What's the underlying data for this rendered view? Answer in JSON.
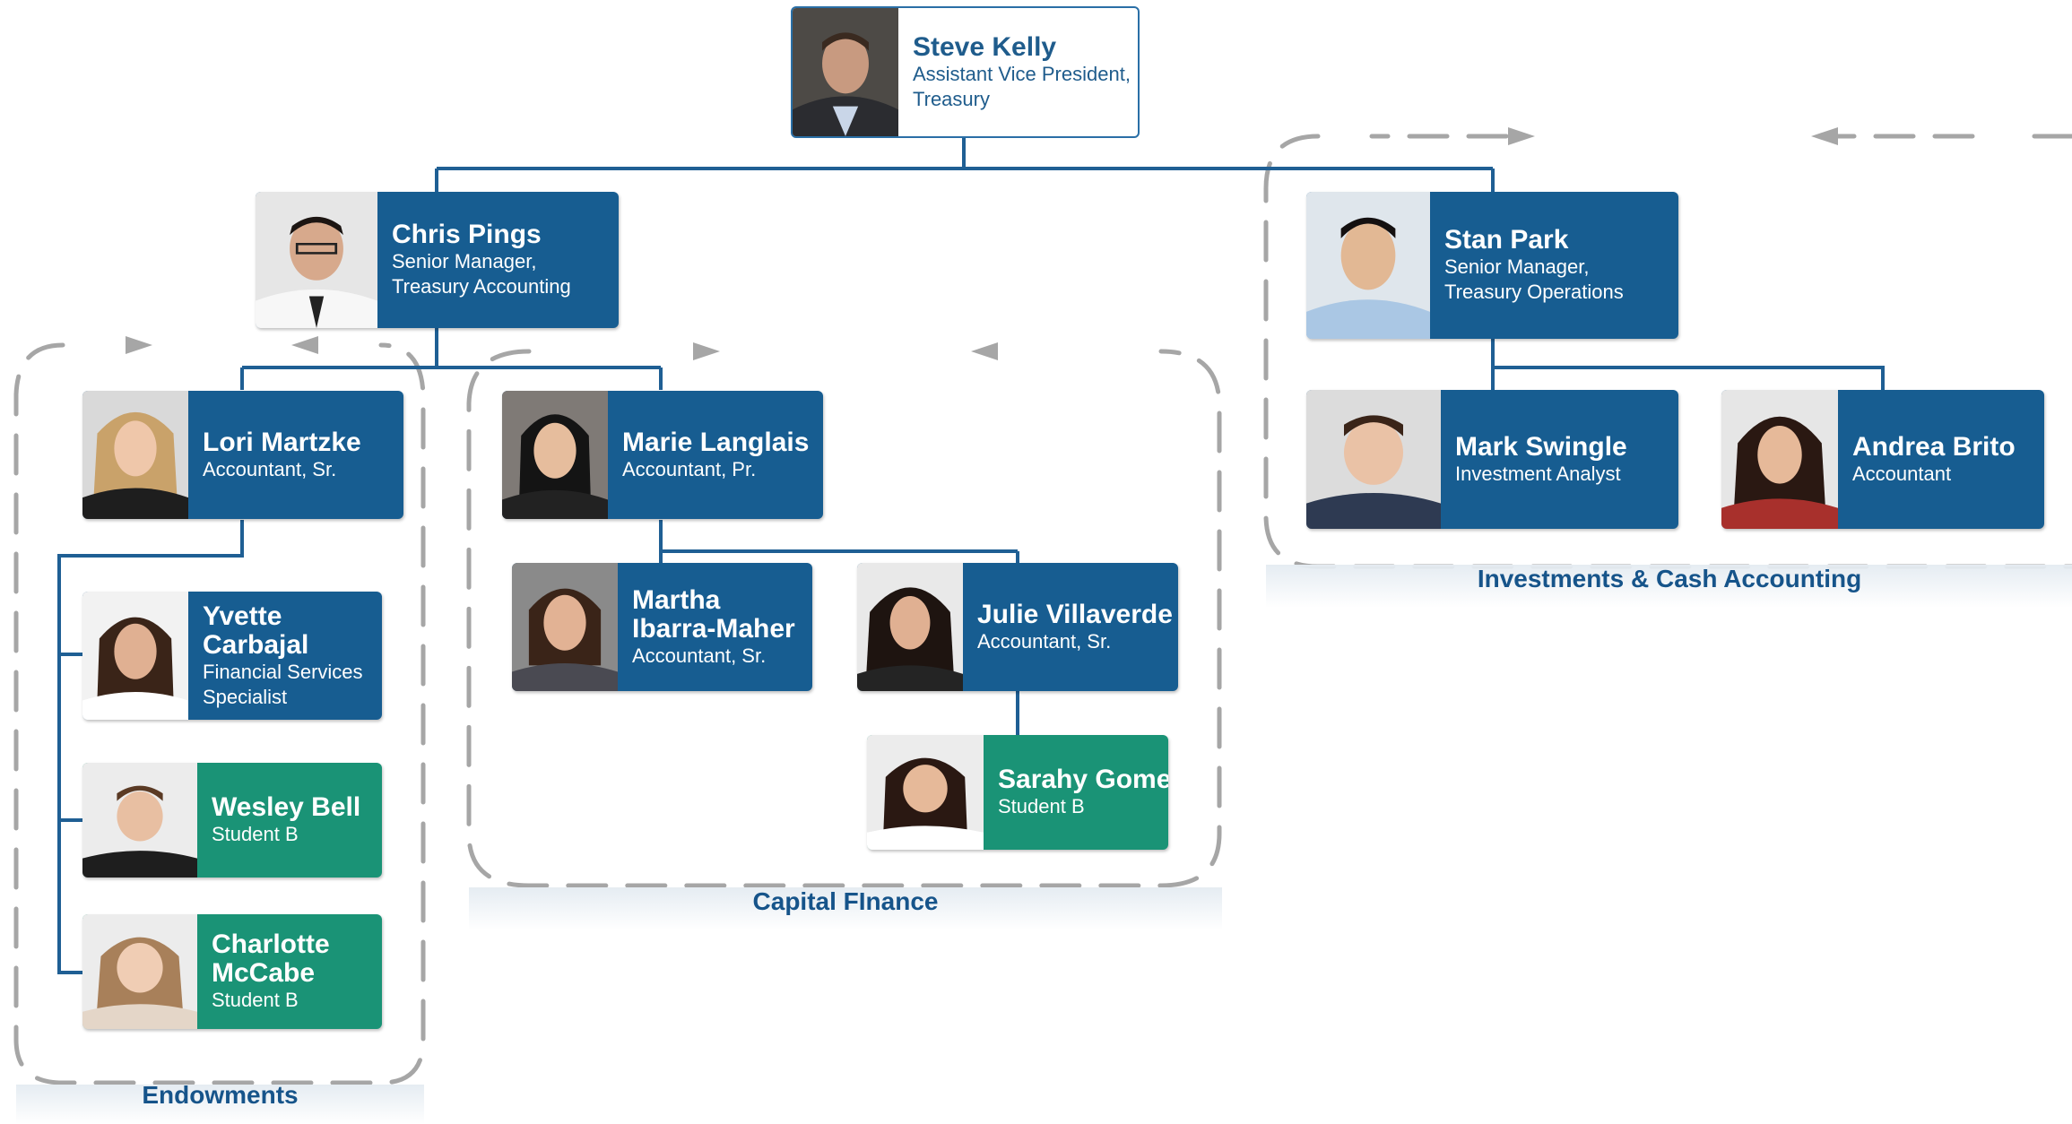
{
  "nodes": {
    "steve": {
      "name": "Steve Kelly",
      "title": "Assistant Vice President, Treasury"
    },
    "chris": {
      "name": "Chris Pings",
      "title": "Senior Manager, Treasury Accounting"
    },
    "stan": {
      "name": "Stan Park",
      "title": "Senior Manager, Treasury Operations"
    },
    "lori": {
      "name": "Lori Martzke",
      "title": "Accountant, Sr."
    },
    "marie": {
      "name": "Marie Langlais",
      "title": "Accountant, Pr."
    },
    "yvette": {
      "name": "Yvette Carbajal",
      "title": "Financial Services Specialist"
    },
    "wesley": {
      "name": "Wesley Bell",
      "title": "Student B"
    },
    "charlotte": {
      "name": "Charlotte McCabe",
      "title": "Student B"
    },
    "martha": {
      "name": "Martha Ibarra-Maher",
      "title": "Accountant, Sr."
    },
    "julie": {
      "name": "Julie Villaverde",
      "title": "Accountant, Sr."
    },
    "sarahy": {
      "name": "Sarahy Gomez",
      "title": "Student B"
    },
    "mark": {
      "name": "Mark Swingle",
      "title": "Investment Analyst"
    },
    "andrea": {
      "name": "Andrea Brito",
      "title": "Accountant"
    }
  },
  "groups": {
    "endowments": "Endowments",
    "capital_finance": "Capital FInance",
    "investments": "Investments & Cash Accounting"
  },
  "colors": {
    "staff_blue": "#175d91",
    "student_green": "#1a9376",
    "connector": "#1f5f94",
    "group_border": "#a6a6a6",
    "label_text": "#16548a"
  },
  "icons": [
    "portrait-photo",
    "dashed-group-border",
    "arrow-icon"
  ]
}
